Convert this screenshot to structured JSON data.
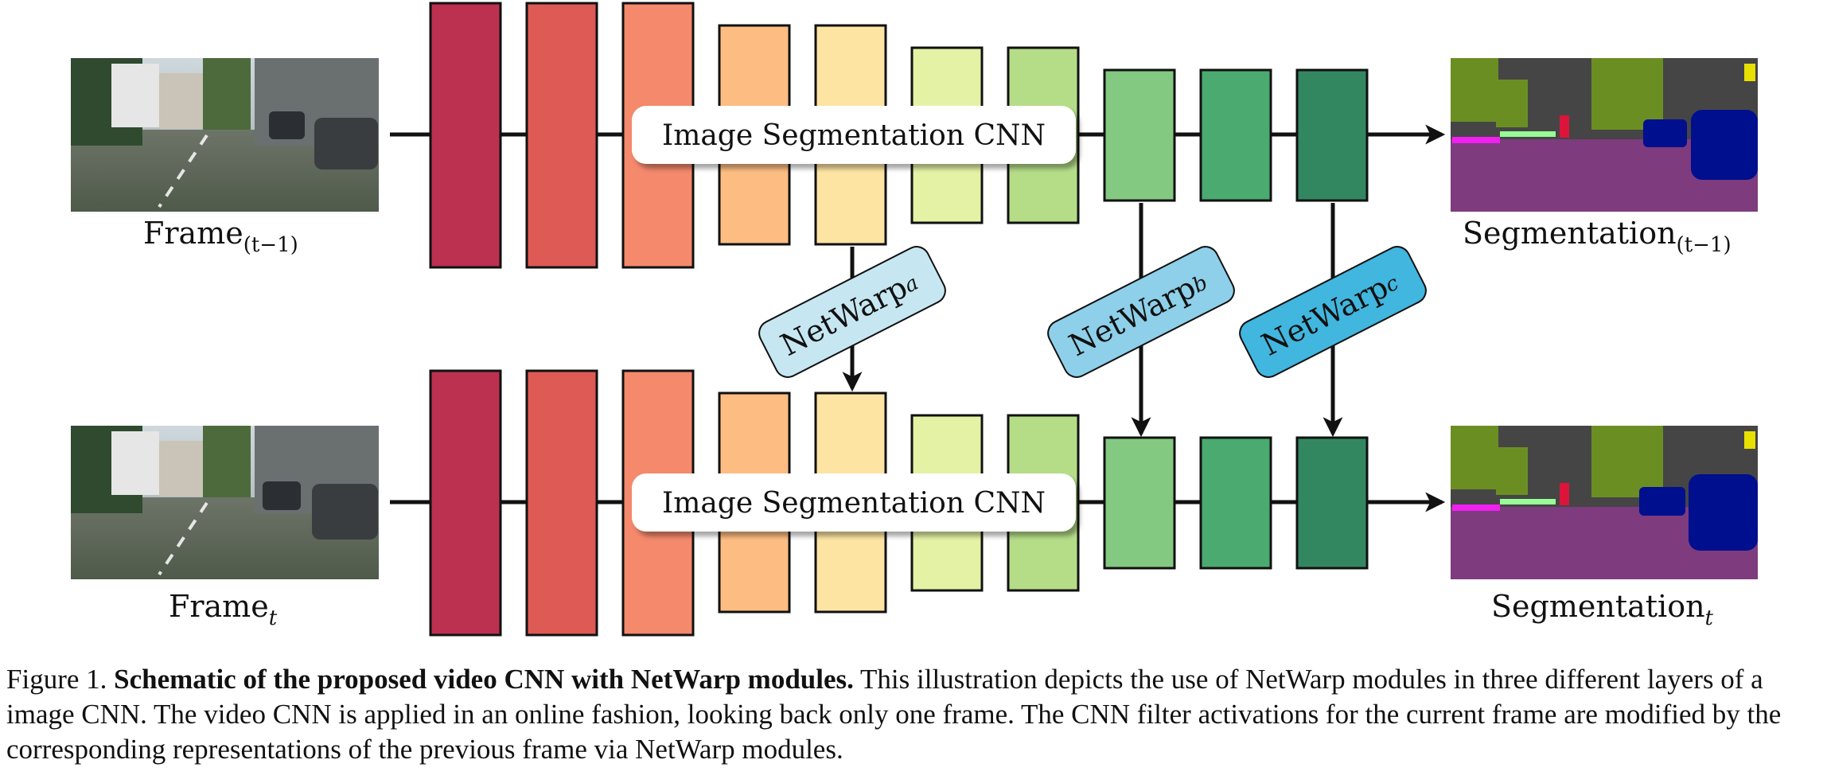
{
  "frames": {
    "prev_label_main": "Frame",
    "prev_label_sub": "(t−1)",
    "curr_label_main": "Frame",
    "curr_label_sub": "t"
  },
  "segmentations": {
    "prev_label_main": "Segmentation",
    "prev_label_sub": "(t−1)",
    "curr_label_main": "Segmentation",
    "curr_label_sub": "t"
  },
  "cnn_label": "Image Segmentation CNN",
  "netwarp": {
    "a": {
      "main": "NetWarp",
      "sub": "a"
    },
    "b": {
      "main": "NetWarp",
      "sub": "b"
    },
    "c": {
      "main": "NetWarp",
      "sub": "c"
    }
  },
  "layer_colors": [
    "#bc3050",
    "#de5a55",
    "#f4896c",
    "#fdbd82",
    "#fde4a3",
    "#e4f2a6",
    "#b5dd88",
    "#83c981",
    "#4aaa70",
    "#338760"
  ],
  "netwarp_colors": {
    "a": "#c6e7f2",
    "b": "#8ecfe9",
    "c": "#41b6df"
  },
  "caption": {
    "figure": "Figure 1.",
    "title": "Schematic of the proposed video CNN with NetWarp modules.",
    "body": "This illustration depicts the use of NetWarp modules in three different layers of a image CNN. The video CNN is applied in an online fashion, looking back only one frame. The CNN filter activations for the current frame are modified by the corresponding representations of the previous frame via NetWarp modules."
  }
}
